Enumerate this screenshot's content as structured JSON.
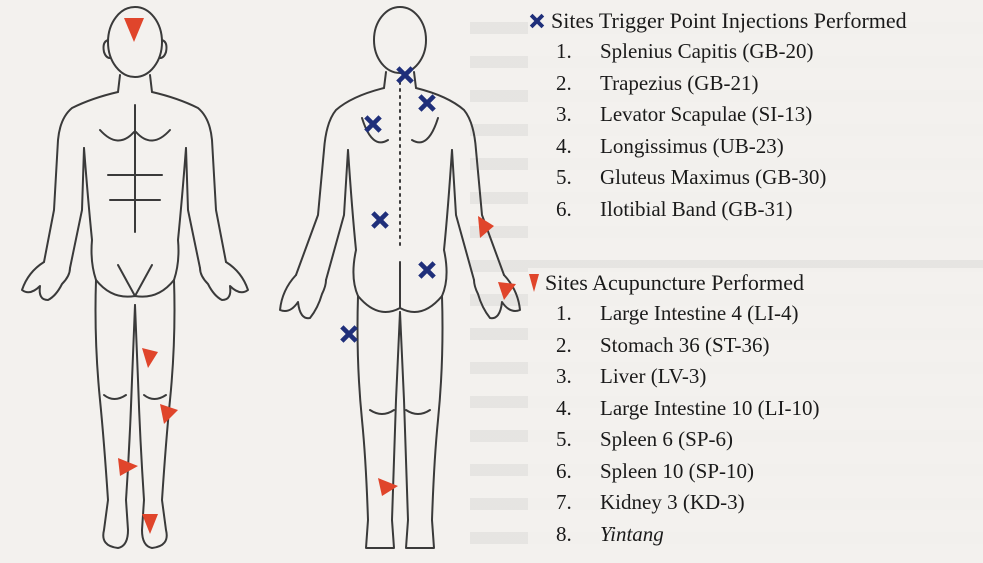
{
  "colors": {
    "injection": "#1f2f7a",
    "acupuncture": "#e0452b",
    "outline": "#3a3a3a",
    "background": "#f3f1ee"
  },
  "icons": {
    "injection": "blue-cross-marker-icon",
    "acupuncture": "red-triangle-marker-icon"
  },
  "injection_legend": {
    "heading": "Sites Trigger Point Injections Performed",
    "items": [
      {
        "num": "1.",
        "label": "Splenius Capitis (GB-20)"
      },
      {
        "num": "2.",
        "label": "Trapezius (GB-21)"
      },
      {
        "num": "3.",
        "label": "Levator Scapulae (SI-13)"
      },
      {
        "num": "4.",
        "label": "Longissimus (UB-23)"
      },
      {
        "num": "5.",
        "label": "Gluteus Maximus (GB-30)"
      },
      {
        "num": "6.",
        "label": "Ilotibial Band (GB-31)"
      }
    ]
  },
  "acupuncture_legend": {
    "heading": "Sites Acupuncture Performed",
    "items": [
      {
        "num": "1.",
        "label": "Large Intestine 4 (LI-4)"
      },
      {
        "num": "2.",
        "label": "Stomach 36 (ST-36)"
      },
      {
        "num": "3.",
        "label": "Liver (LV-3)"
      },
      {
        "num": "4.",
        "label": "Large Intestine 10 (LI-10)"
      },
      {
        "num": "5.",
        "label": "Spleen 6 (SP-6)"
      },
      {
        "num": "6.",
        "label": "Spleen 10 (SP-10)"
      },
      {
        "num": "7.",
        "label": "Kidney 3 (KD-3)"
      },
      {
        "num": "8.",
        "label": "Yintang"
      }
    ]
  }
}
